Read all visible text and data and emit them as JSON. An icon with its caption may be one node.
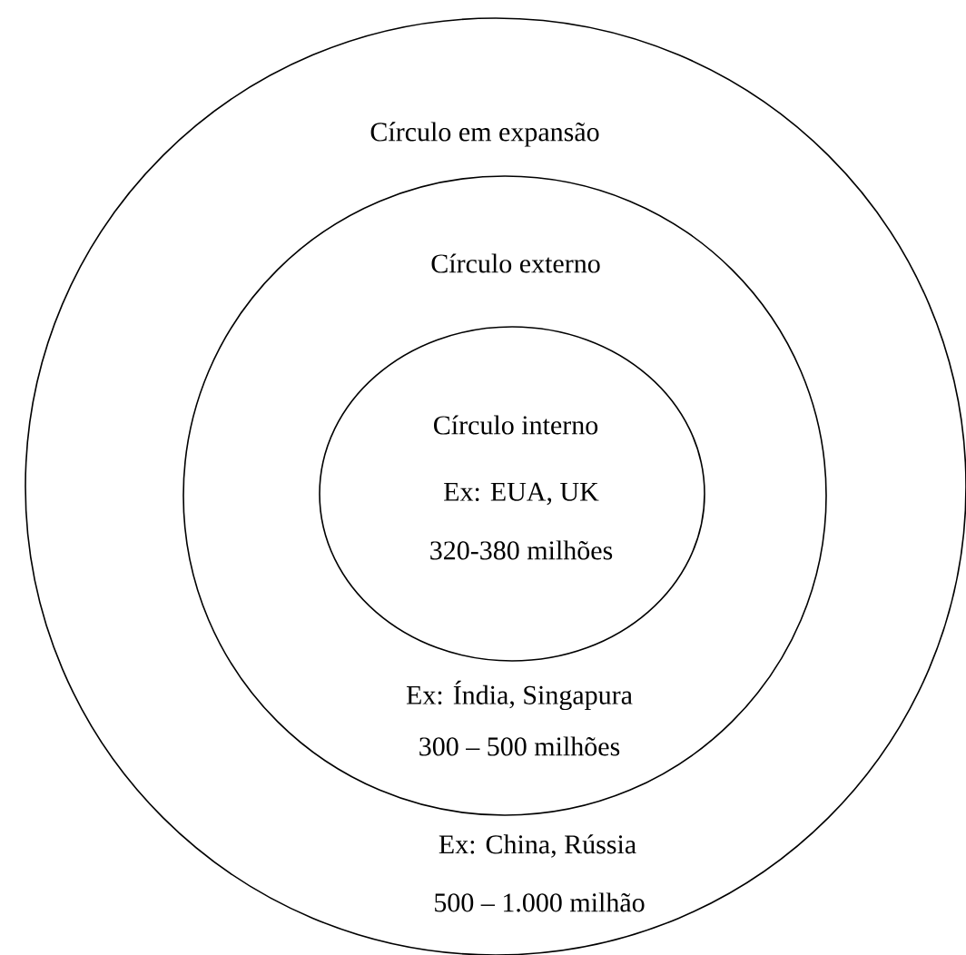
{
  "diagram": {
    "nodes": [
      {
        "text": [
          "Círculo em expansão",
          "Ex: China, Rússia",
          "500 – 1.000 milhão"
        ]
      },
      {
        "text": [
          "Círculo externo",
          "Ex: Índia, Singapura",
          "300 – 500 milhões"
        ],
        "in": 0
      },
      {
        "text": [
          "Círculo interno",
          "Ex: EUA, UK",
          "320-380 milhões"
        ],
        "in": 1
      }
    ]
  }
}
